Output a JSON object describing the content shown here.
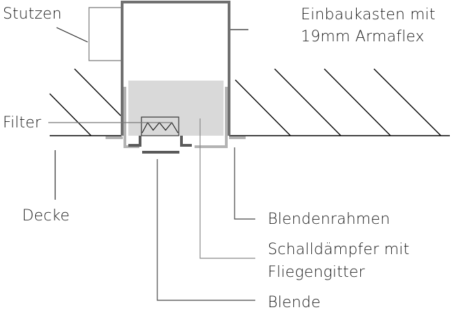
{
  "diagram": {
    "title": "Einbaukasten Deckenmontage",
    "labels": {
      "stutzen": "Stutzen",
      "einbaukasten_line1": "Einbaukasten mit",
      "einbaukasten_line2": "19mm Armaflex",
      "filter": "Filter",
      "decke": "Decke",
      "blendenrahmen": "Blendenrahmen",
      "schalldaempfer_line1": "Schalldämpfer mit",
      "schalldaempfer_line2": "Fliegengitter",
      "blende": "Blende"
    },
    "colors": {
      "frame": "#707070",
      "damper_fill": "#d9d9d9",
      "frame_strip": "#b3b3b3",
      "blende": "#5a5a5a",
      "hatch": "#000000",
      "leader": "#444444",
      "text": "#1a1a1a"
    }
  }
}
